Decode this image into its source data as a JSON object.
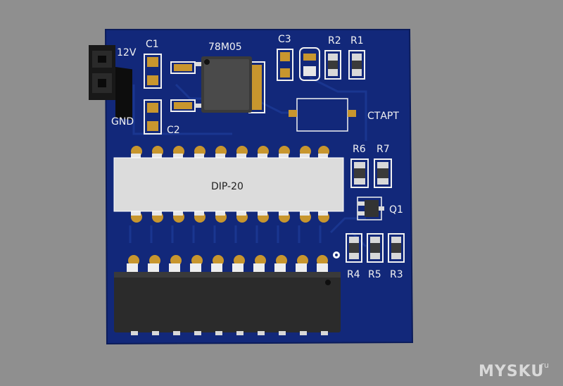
{
  "labels": {
    "v12": "12V",
    "gnd": "GND",
    "c1": "C1",
    "c2": "C2",
    "c3": "C3",
    "reg": "78M05",
    "r1": "R1",
    "r2": "R2",
    "r3": "R3",
    "r4": "R4",
    "r5": "R5",
    "r6": "R6",
    "r7": "R7",
    "q1": "Q1",
    "start": "СТАРТ",
    "dip": "DIP-20"
  },
  "watermark": {
    "main": "MYSKU",
    "sub": ".ru"
  },
  "colors": {
    "background": "#8f8f8f",
    "pcb": "#12287a",
    "silkscreen": "#f2f2f2",
    "pad": "#c8962e",
    "ic_body": "#2b2b2b"
  }
}
